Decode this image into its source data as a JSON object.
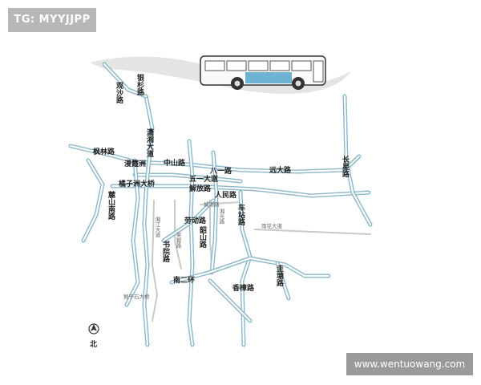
{
  "watermark": "TG: MYYJJPP",
  "site": "www.wentuowang.com",
  "compass_label": "北",
  "colors": {
    "road": "#8bb7c9",
    "bus_stripe": "#6fb3d4",
    "badge": "#b7b7b7"
  },
  "labels": {
    "guansha": "观沙路",
    "yinshan": "银杉路",
    "xiaoxiang": "潇湘大道",
    "fenglin": "枫林路",
    "yanghu": "漫霞洲",
    "zhongshan": "中山路",
    "bayi": "八一路",
    "yuanda": "远大路",
    "changxing": "长星路",
    "juzizhou": "橘子洲大桥",
    "wuyi": "五一大道",
    "jiefang": "解放路",
    "renmin": "人民路",
    "lushannan": "麓山南路",
    "laodong": "劳动路",
    "chezhan": "车站路",
    "chengnan": "城南路",
    "xiangjiang": "湘江大道",
    "furong": "芙蓉路",
    "shuyuan": "书院路",
    "shaoshan": "韶山路",
    "yuhua": "雨花大道",
    "guixi": "圭塘路",
    "xiangzhang": "香樟路",
    "nanerhuan": "南二环",
    "houzishi": "猴子石大桥",
    "xiangguang": "湘光路"
  }
}
